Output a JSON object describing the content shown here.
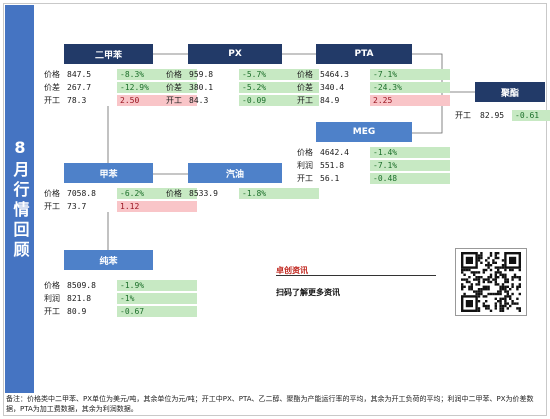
{
  "side_title": "8月行情回顾",
  "colors": {
    "accent": "#4574c2",
    "node_dark": "#223a68",
    "node_light": "#4e81c9",
    "decrease_bg": "#c7e9c3",
    "increase_bg": "#f9c5c8",
    "brand_red": "#c0261e"
  },
  "nodes": {
    "px_xylene": {
      "title": "二甲苯",
      "metrics": [
        {
          "label": "价格",
          "value": "847.5",
          "change": "-8.3%"
        },
        {
          "label": "价差",
          "value": "267.7",
          "change": "-12.9%"
        },
        {
          "label": "开工",
          "value": "78.3",
          "change": "2.50"
        }
      ]
    },
    "px": {
      "title": "PX",
      "metrics": [
        {
          "label": "价格",
          "value": "959.8",
          "change": "-5.7%"
        },
        {
          "label": "价差",
          "value": "380.1",
          "change": "-5.2%"
        },
        {
          "label": "开工",
          "value": "84.3",
          "change": "-0.09"
        }
      ]
    },
    "pta": {
      "title": "PTA",
      "metrics": [
        {
          "label": "价格",
          "value": "5464.3",
          "change": "-7.1%"
        },
        {
          "label": "价差",
          "value": "340.4",
          "change": "-24.3%"
        },
        {
          "label": "开工",
          "value": "84.9",
          "change": "2.25"
        }
      ]
    },
    "polyester": {
      "title": "聚酯",
      "metrics": [
        {
          "label": "开工",
          "value": "82.95",
          "change": "-0.61"
        }
      ]
    },
    "meg": {
      "title": "MEG",
      "metrics": [
        {
          "label": "价格",
          "value": "4642.4",
          "change": "-1.4%"
        },
        {
          "label": "利润",
          "value": "551.8",
          "change": "-7.1%"
        },
        {
          "label": "开工",
          "value": "56.1",
          "change": "-0.48"
        }
      ]
    },
    "toluene": {
      "title": "甲苯",
      "metrics": [
        {
          "label": "价格",
          "value": "7058.8",
          "change": "-6.2%"
        },
        {
          "label": "开工",
          "value": "73.7",
          "change": "1.12"
        }
      ]
    },
    "gasoline": {
      "title": "汽油",
      "metrics": [
        {
          "label": "价格",
          "value": "8533.9",
          "change": "-1.8%"
        }
      ]
    },
    "benzene": {
      "title": "纯苯",
      "metrics": [
        {
          "label": "价格",
          "value": "8509.8",
          "change": "-1.9%"
        },
        {
          "label": "利润",
          "value": "821.8",
          "change": "-1%"
        },
        {
          "label": "开工",
          "value": "80.9",
          "change": "-0.67"
        }
      ]
    }
  },
  "promo": {
    "brand": "卓创资讯",
    "scan_text": "扫码了解更多资讯"
  },
  "footnote": "备注：价格类中二甲苯、PX单位为美元/吨，其余单位为元/吨；开工中PX、PTA、乙二醇、聚酯为产能运行率的平均，其余为开工负荷的平均；利润中二甲苯、PX为价差数据，PTA为加工费数据，其余为利润数据。"
}
